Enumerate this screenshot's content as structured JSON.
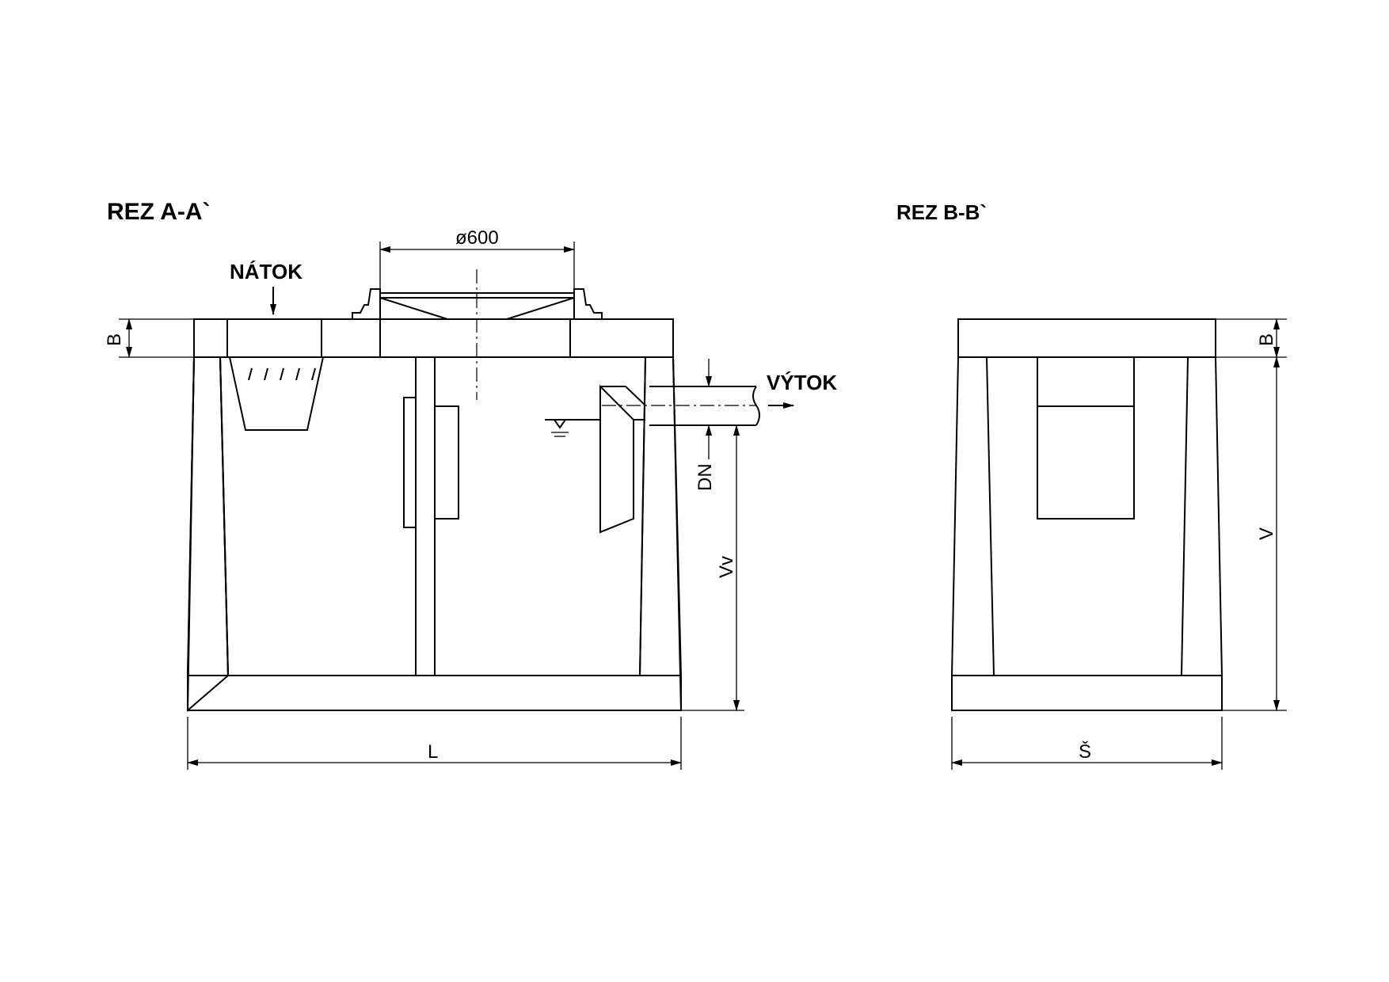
{
  "section_aa": {
    "title": "REZ  A-A`",
    "inlet_label": "NÁTOK",
    "outlet_label": "VÝTOK",
    "manhole_dim": "ø600",
    "dim_b": "B",
    "dim_dn": "DN",
    "dim_vv": "Vv",
    "dim_l": "L"
  },
  "section_bb": {
    "title": "REZ  B-B`",
    "dim_b": "B",
    "dim_v": "V",
    "dim_s": "Š"
  }
}
